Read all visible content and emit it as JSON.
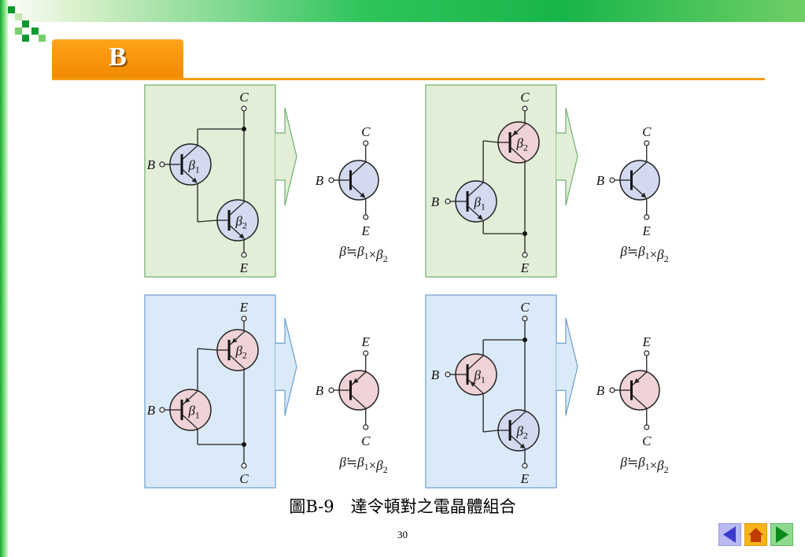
{
  "header": {
    "title": "B"
  },
  "figure": {
    "panels": [
      {
        "id": "tl",
        "label_top": "C",
        "label_bottom": "E",
        "label_base": "B",
        "q1": "β1",
        "q2": "β2",
        "eq_label_top": "C",
        "eq_label_bottom": "E",
        "eq_label_base": "B",
        "formula": "β≒β1×β2"
      },
      {
        "id": "tr",
        "label_top": "C",
        "label_bottom": "E",
        "label_base": "B",
        "q1": "β1",
        "q2": "β2",
        "eq_label_top": "C",
        "eq_label_bottom": "E",
        "eq_label_base": "B",
        "formula": "β≒β1×β2"
      },
      {
        "id": "bl",
        "label_top": "E",
        "label_bottom": "C",
        "label_base": "B",
        "q1": "β1",
        "q2": "β2",
        "eq_label_top": "E",
        "eq_label_bottom": "C",
        "eq_label_base": "B",
        "formula": "β≒β1×β2"
      },
      {
        "id": "br",
        "label_top": "C",
        "label_bottom": "E",
        "label_base": "B",
        "q1": "β1",
        "q2": "β2",
        "eq_label_top": "E",
        "eq_label_bottom": "C",
        "eq_label_base": "B",
        "formula": "β≒β1×β2"
      }
    ]
  },
  "caption": "圖B-9　達令頓對之電晶體組合",
  "page_number": "30",
  "colors": {
    "panel_green": "#e2eed7",
    "panel_blue": "#dbeaf8",
    "npn_fill": "#d3d9ef",
    "pnp_fill": "#f0d3d6",
    "accent_orange": "#f59b15"
  },
  "nav": {
    "prev_icon": "triangle-left-icon",
    "home_icon": "home-icon",
    "next_icon": "triangle-right-icon"
  }
}
